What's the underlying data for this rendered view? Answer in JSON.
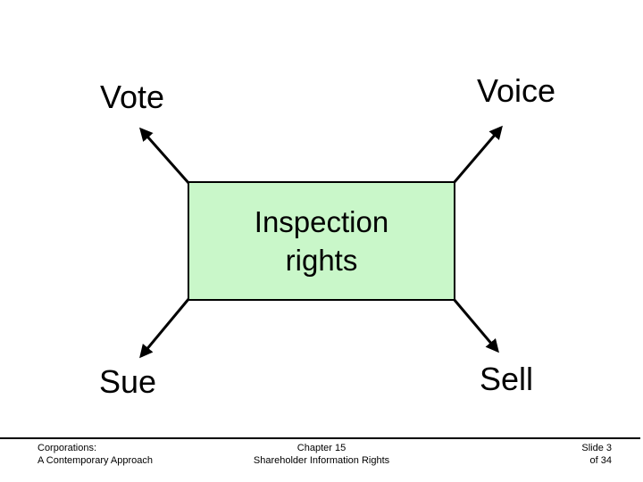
{
  "slide_colors": {
    "background": "#ffffff",
    "box_fill": "#c9f7c9",
    "box_border": "#000000",
    "text": "#000000"
  },
  "center_box": {
    "line1": "Inspection",
    "line2": "rights"
  },
  "labels": {
    "top_left": "Vote",
    "top_right": "Voice",
    "bottom_left": "Sue",
    "bottom_right": "Sell"
  },
  "footer": {
    "left_line1": "Corporations:",
    "left_line2": "A Contemporary Approach",
    "center_line1": "Chapter 15",
    "center_line2": "Shareholder Information Rights",
    "right_line1": "Slide 3",
    "right_line2": "of 34"
  }
}
